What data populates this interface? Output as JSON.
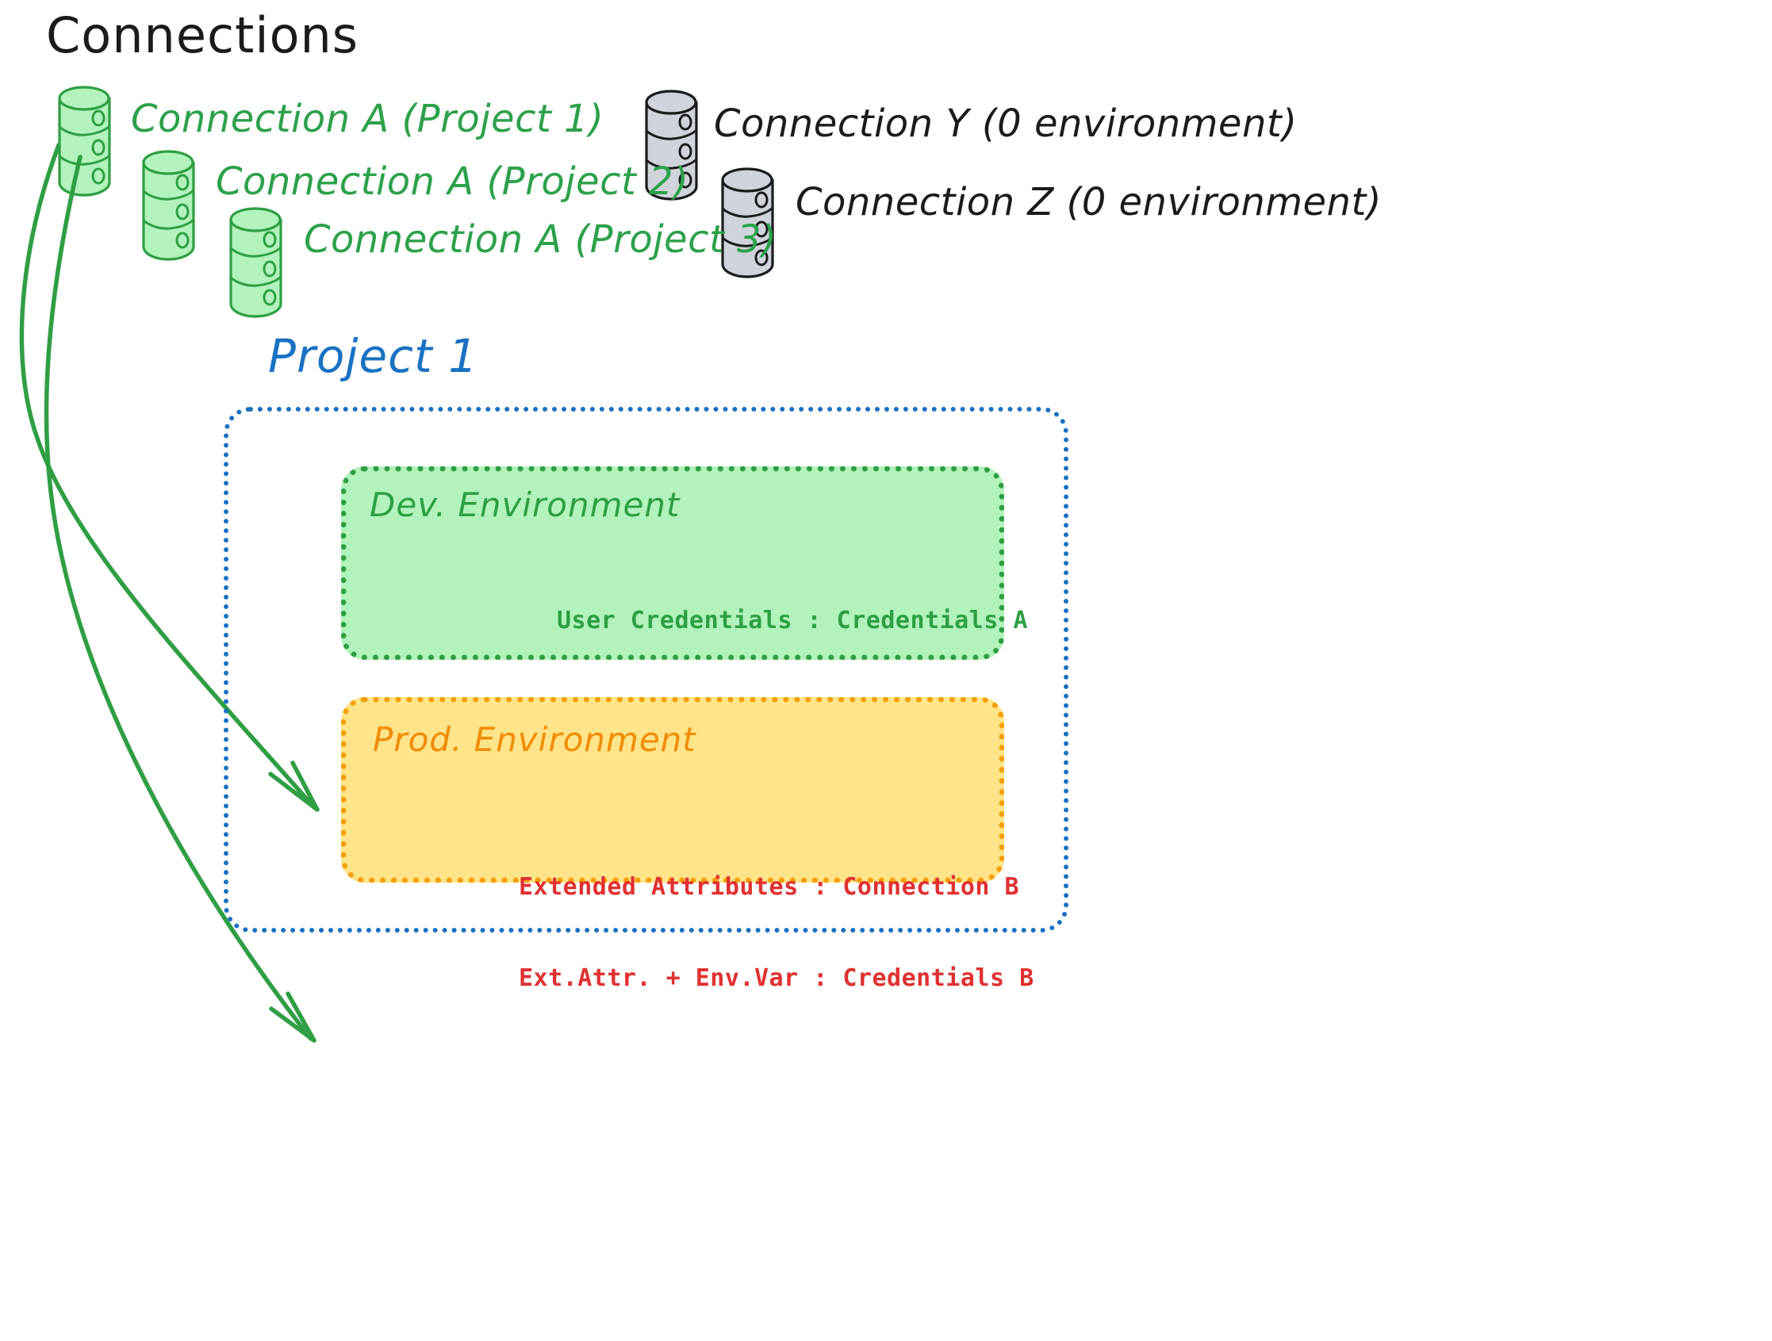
{
  "diagram": {
    "title": "Connections",
    "colors": {
      "green": "#2ca14b",
      "green_fill": "#b2f2bb",
      "green_border": "#2f9e44",
      "gray_fill": "#ced4da",
      "black": "#1b1b1b",
      "blue": "#1971c2",
      "orange": "#f59f00",
      "orange_fill": "#ffe48a",
      "orange_text": "#f08c00",
      "red": "#e03131"
    }
  },
  "connections": {
    "heading": "Connections",
    "green_items": [
      {
        "label": "Connection A (Project 1)",
        "icon": "database-cylinder-icon"
      },
      {
        "label": "Connection A (Project 2)",
        "icon": "database-cylinder-icon"
      },
      {
        "label": "Connection A (Project 3)",
        "icon": "database-cylinder-icon"
      }
    ],
    "gray_items": [
      {
        "label": "Connection Y (0 environment)",
        "icon": "database-cylinder-icon"
      },
      {
        "label": "Connection Z (0 environment)",
        "icon": "database-cylinder-icon"
      }
    ]
  },
  "project": {
    "title": "Project 1",
    "environments": [
      {
        "name": "Dev. Environment",
        "entries": [
          "User Credentials : Credentials A"
        ]
      },
      {
        "name": "Prod. Environment",
        "entries": [
          "Extended Attributes : Connection B",
          "Ext.Attr. + Env.Var : Credentials B"
        ]
      }
    ]
  },
  "arrows": [
    {
      "name": "connection-a-to-dev-environment"
    },
    {
      "name": "connection-a-to-prod-environment"
    }
  ]
}
